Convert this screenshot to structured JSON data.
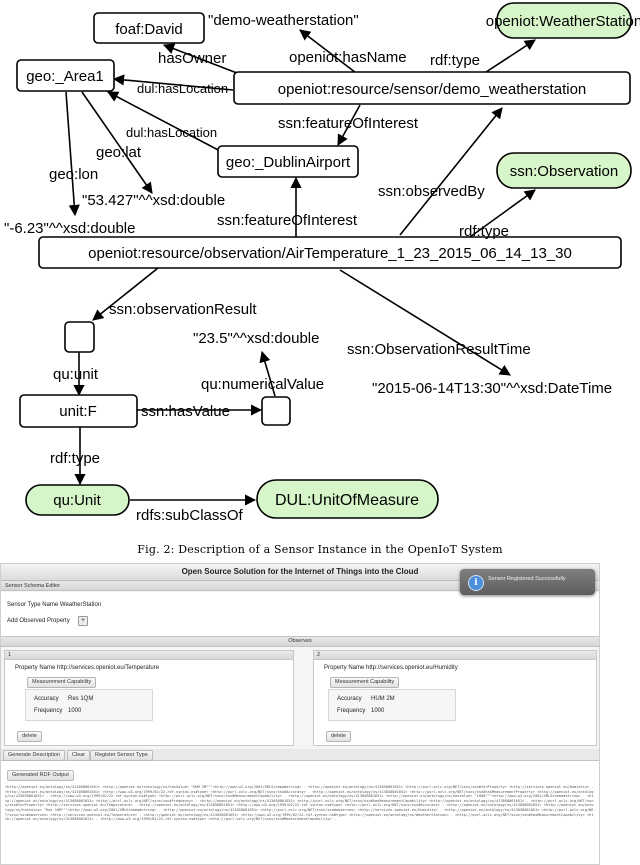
{
  "graph": {
    "nodes": {
      "david": "foaf:David",
      "weatherstation_name": "\"demo-weatherstation\"",
      "weatherstation_class": "openiot:WeatherStation",
      "area": "geo:_Area1",
      "sensor": "openiot:resource/sensor/demo_weatherstation",
      "dublin": "geo:_DublinAirport",
      "lat_value": "\"53.427\"^^xsd:double",
      "lon_value": "\"-6.23\"^^xsd:double",
      "observation_class": "ssn:Observation",
      "observation": "openiot:resource/observation/AirTemperature_1_23_2015_06_14_13_30",
      "result": "",
      "numeric_value": "\"23.5\"^^xsd:double",
      "time_value": "\"2015-06-14T13:30\"^^xsd:DateTime",
      "unit": "unit:F",
      "value_node": "",
      "qu_unit": "qu:Unit",
      "dul_unit": "DUL:UnitOfMeasure"
    },
    "edges": {
      "has_owner": "hasOwner",
      "has_name": "openiot:hasName",
      "rdf_type_1": "rdf:type",
      "has_location_1": "dul:hasLocation",
      "has_location_2": "dul:hasLocation",
      "foi_1": "ssn:featureOfInterest",
      "geo_lat": "geo:lat",
      "geo_lon": "geo:lon",
      "observed_by": "ssn:observedBy",
      "rdf_type_2": "rdf:type",
      "foi_2": "ssn:featureOfInterest",
      "observation_result": "ssn:observationResult",
      "result_time": "ssn:ObservationResultTime",
      "qu_unit_edge": "qu:unit",
      "numerical_value": "qu:numericalValue",
      "has_value": "ssn:hasValue",
      "rdf_type_3": "rdf:type",
      "subclass_of": "rdfs:subClassOf"
    },
    "colors": {
      "green_fill": "#d6f5c9",
      "node_border": "#000000"
    }
  },
  "caption": "Fig. 2: Description of a Sensor Instance in the OpenIoT System",
  "app": {
    "title": "Open Source Solution for the Internet of Things into the Cloud",
    "toast_text": "Sensor Registered Successfully",
    "toast_icon": "info-icon",
    "schema_panel_title": "Sensor Schema Editor",
    "sensor_type_label": "Sensor Type Name WeatherStation",
    "add_observed_label": "Add Observed Property",
    "add_button": "+",
    "observes_title": "Observes",
    "cards": [
      {
        "index": "1",
        "property_label": "Property Name",
        "property_value": "http://services.openiot.eu/Temperature",
        "capability_button": "Measurement Capability",
        "accuracy_label": "Accuracy",
        "accuracy_value": "Res 1QM",
        "frequency_label": "Frequency",
        "frequency_value": "1000",
        "delete_button": "delete"
      },
      {
        "index": "2",
        "property_label": "Property Name",
        "property_value": "http://services.openiot.eu/Humidity",
        "capability_button": "Measurement Capability",
        "accuracy_label": "Accuracy",
        "accuracy_value": "HUM 2M",
        "frequency_label": "Frequency",
        "frequency_value": "1000",
        "delete_button": "delete"
      }
    ],
    "tabs": [
      "Generate Description",
      "Clear",
      "Register Sensor Type"
    ],
    "generated_tab": "Generated RDF Output",
    "rdf_output": "<http://openiot.eu/ontology/ns/413058061651> <http://openiot.eu/ontology/ns/hasValue> \"HUM 2M\"^^<http://www.w3.org/2001/XMLSchema#string> . <http://openiot.eu/ontology/ns/413058061651> <http://purl.oclc.org/NET/ssnx/ssn#forProperty> <http://services.openiot.eu/Humidity> . <http://openiot.eu/ontology/ns/413058061651> <http://www.w3.org/1999/02/22-rdf-syntax-ns#type> <http://purl.oclc.org/NET/ssnx/ssn#Accuracy> . <http://openiot.eu/ontology/ns/413058061651> <http://purl.oclc.org/NET/ssnx/ssn#hasMeasurementProperty> <http://openiot.eu/ontology/ns/413058061651> . <http://www.w3.org/1999/02/22-rdf-syntax-ns#type> <http://purl.oclc.org/NET/ssnx/ssn#MeasurementCapability> . <http://openiot.eu/ontology/ns/413058061651> <http://openiot.eu/ontology/ns/hasValue> \"1000\"^^<http://www.w3.org/2001/XMLSchema#string> . <http://openiot.eu/ontology/ns/413058061651> <http://purl.oclc.org/NET/ssnx/ssn#Frequency> . <http://openiot.eu/ontology/ns/413058061651> <http://purl.oclc.org/NET/ssnx/ssn#hasMeasurementCapability> <http://openiot.eu/ontology/ns/413058061651> . <http://purl.oclc.org/NET/ssnx/ssn#forProperty> <http://services.openiot.eu/Temperature> . <http://openiot.eu/ontology/ns/413058061651> <http://www.w3.org/1999/02/22-rdf-syntax-ns#type> <http://purl.oclc.org/NET/ssnx/ssn#Accuracy> . <http://openiot.eu/ontology/ns/413058061651> <http://openiot.eu/ontology/ns/hasValue> \"Res 1QM\"^^<http://www.w3.org/2001/XMLSchema#string> . <http://openiot.eu/ontology/ns/413058061651> <http://purl.oclc.org/NET/ssnx/ssn#observes> <http://services.openiot.eu/Humidity> . <http://openiot.eu/ontology/ns/413058061651> <http://purl.oclc.org/NET/ssnx/ssn#observes> <http://services.openiot.eu/Temperature> . <http://openiot.eu/ontology/ns/413058061651> <http://www.w3.org/1999/02/22-rdf-syntax-ns#type> <http://openiot.eu/ontology/ns/WeatherStation> . <http://purl.oclc.org/NET/ssnx/ssn#hasMeasurementCapability> <http://openiot.eu/ontology/ns/413058061651> . <http://www.w3.org/1999/02/22-rdf-syntax-ns#type> <http://purl.oclc.org/NET/ssnx/ssn#MeasurementCapability> ."
  }
}
